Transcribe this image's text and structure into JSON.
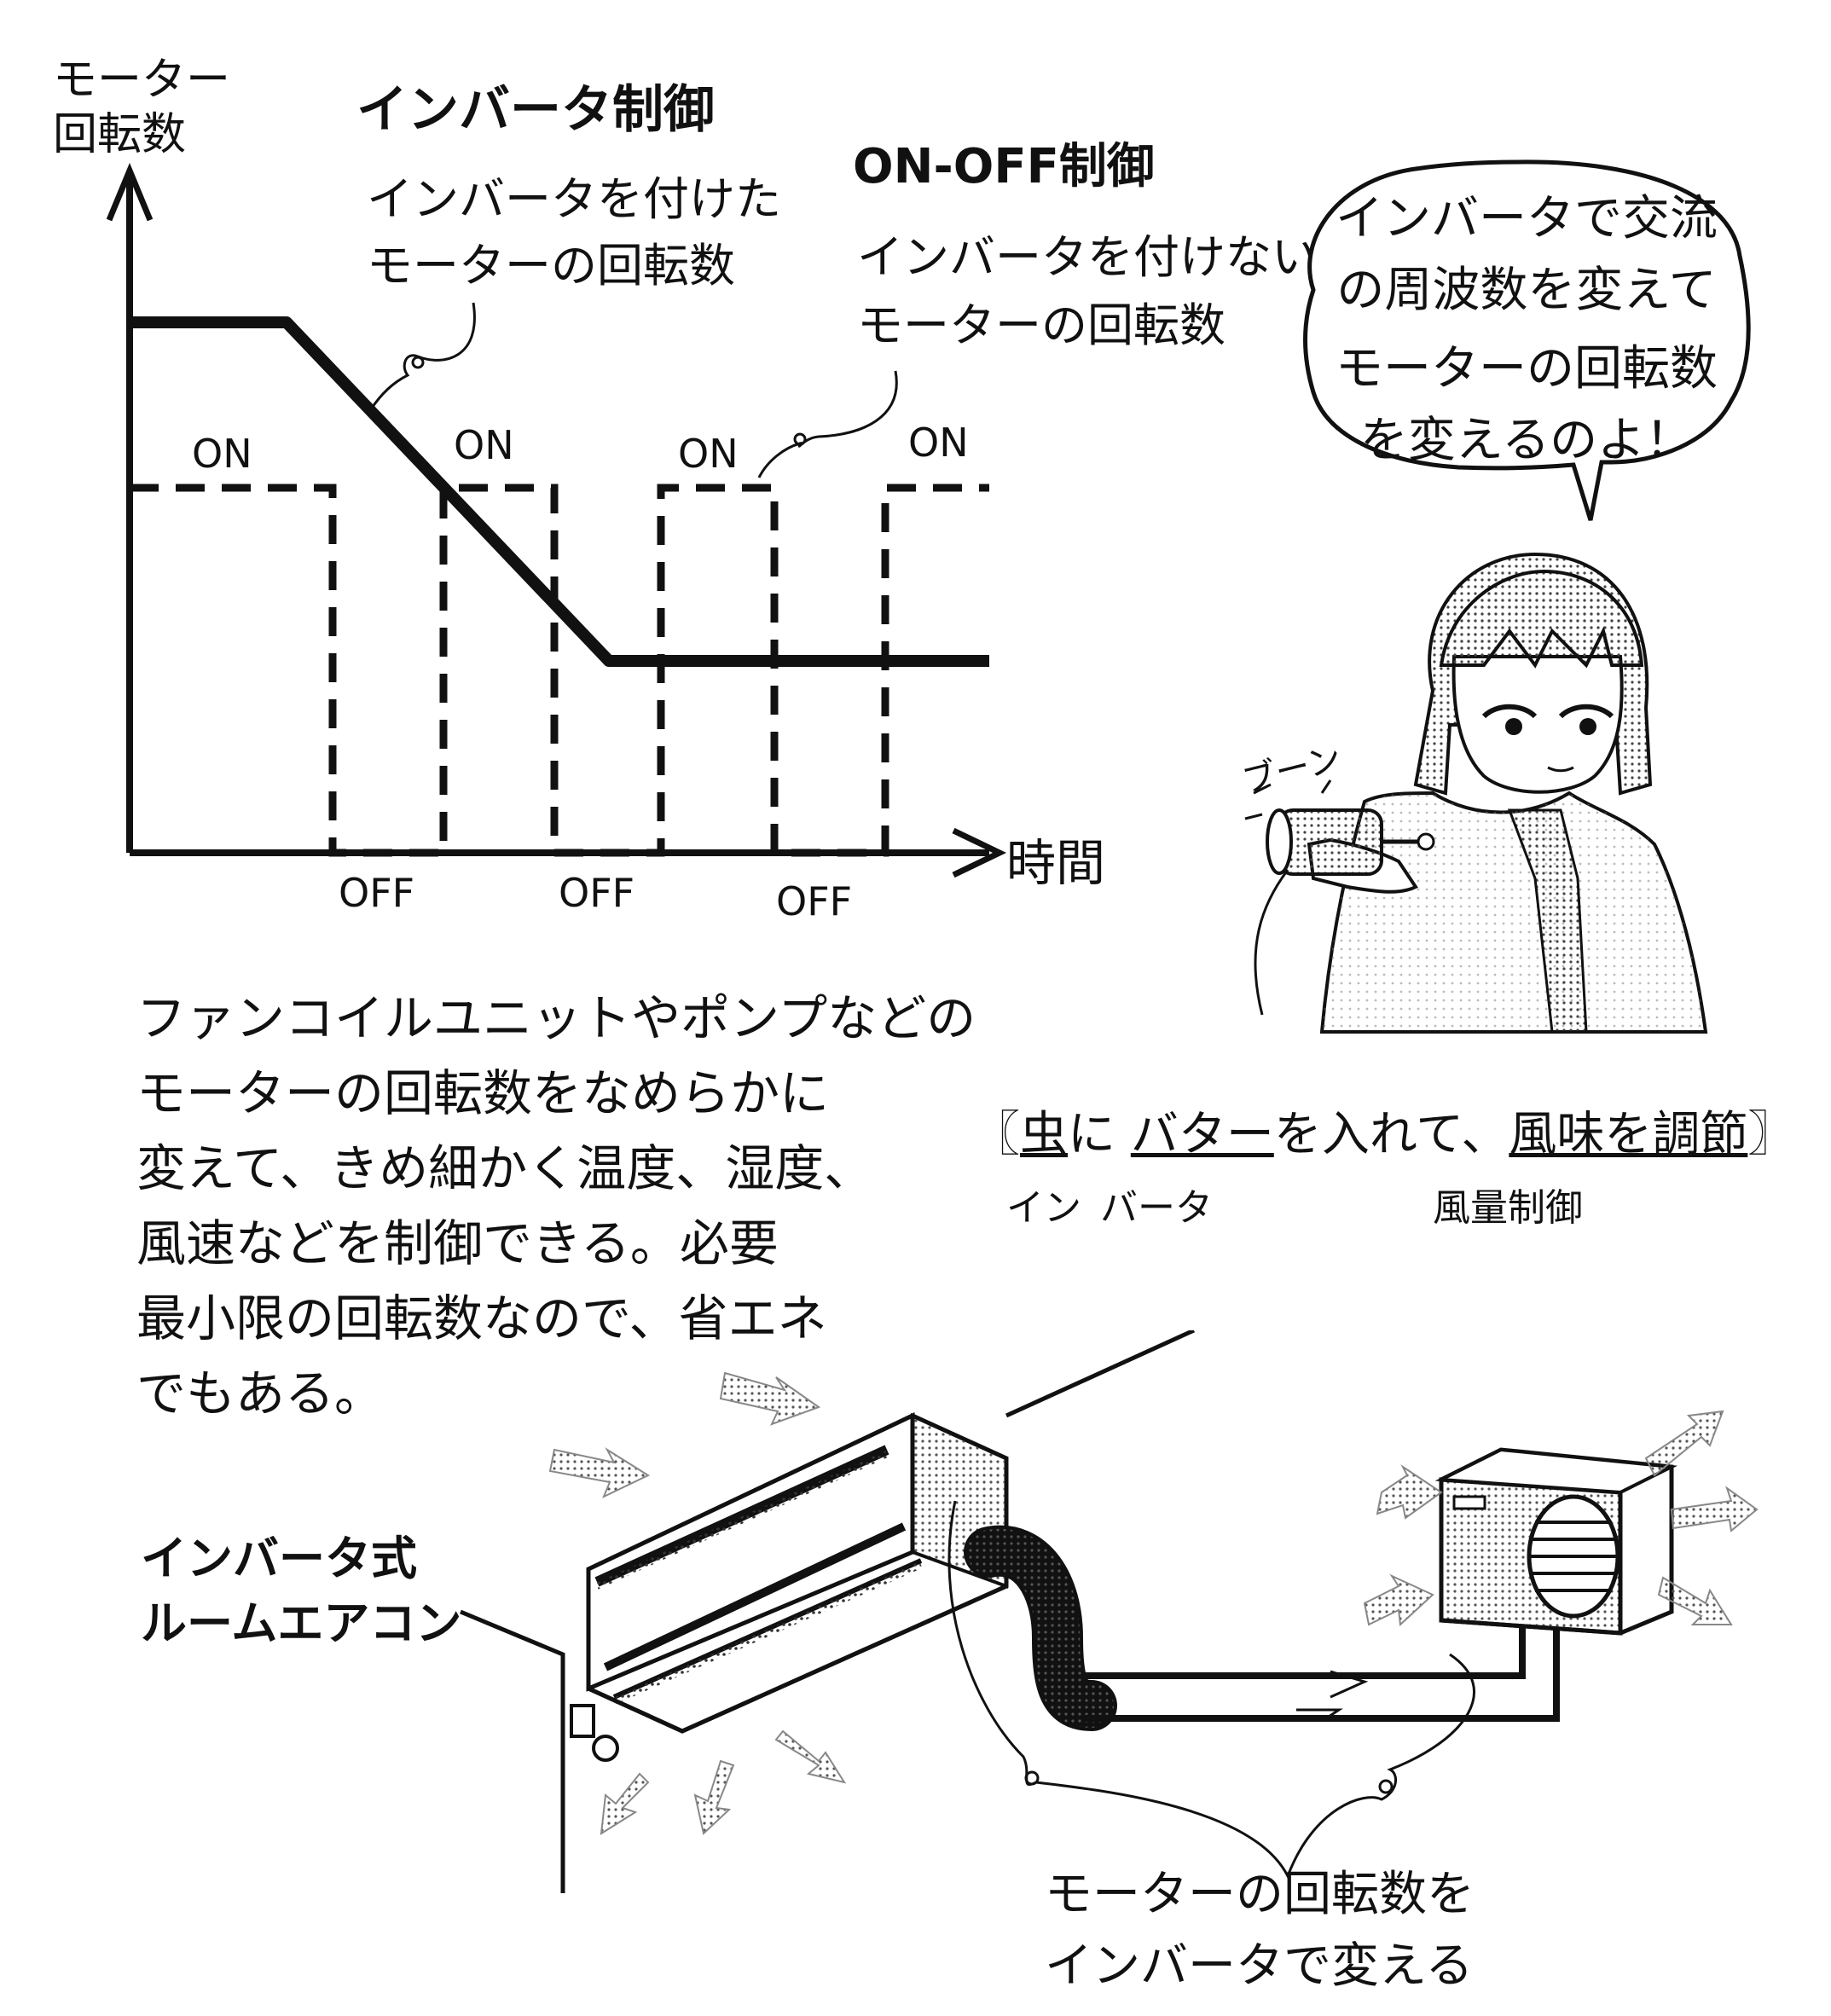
{
  "graph": {
    "y_axis_label_line1": "モーター",
    "y_axis_label_line2": "回転数",
    "x_axis_label": "時間",
    "inverter_title": "インバータ制御",
    "inverter_desc_line1": "インバータを付けた",
    "inverter_desc_line2": "モーターの回転数",
    "onoff_title": "ON-OFF制御",
    "onoff_desc_line1": "インバータを付けない",
    "onoff_desc_line2": "モーターの回転数",
    "on_labels": [
      "ON",
      "ON",
      "ON",
      "ON"
    ],
    "off_labels": [
      "OFF",
      "OFF",
      "OFF"
    ]
  },
  "bubble": {
    "line1": "インバータで交流",
    "line2": "の周波数を変えて",
    "line3": "モーターの回転数",
    "line4": "を変えるのよ！"
  },
  "character": {
    "sound_effect": "ブーン"
  },
  "description": {
    "lines": [
      "ファンコイルユニットやポンプなどの",
      "モーターの回転数をなめらかに",
      "変えて、きめ細かく温度、湿度、",
      "風速などを制御できる。必要",
      "最小限の回転数なので、省エネ",
      "でもある。"
    ]
  },
  "pun": {
    "open_bracket": "〖",
    "w1": "虫",
    "w2": "に",
    "w3": "バター",
    "w4": "を入れて、",
    "w5": "風味を調節",
    "close_bracket": "〗",
    "r1": "イン",
    "r3": "バータ",
    "r5": "風量制御"
  },
  "aircon": {
    "label_line1": "インバータ式",
    "label_line2": "ルームエアコン",
    "caption_line1": "モーターの回転数を",
    "caption_line2": "インバータで変える"
  }
}
